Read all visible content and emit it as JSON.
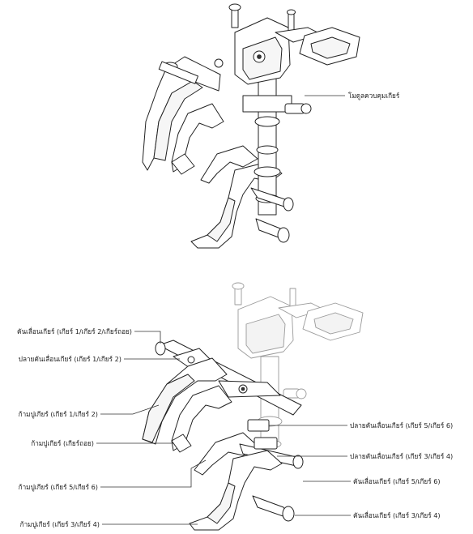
{
  "figures": {
    "top": {
      "label": "โมดูลควบคุมเกียร์"
    },
    "bottom": {
      "labels_left": [
        "คันเลื่อนเกียร์ (เกียร์ 1/เกียร์ 2/เกียร์ถอย)",
        "ปลายคันเลื่อนเกียร์ (เกียร์ 1/เกียร์ 2)",
        "ก้ามปูเกียร์ (เกียร์ 1/เกียร์ 2)",
        "ก้ามปูเกียร์ (เกียร์ถอย)",
        "ก้ามปูเกียร์ (เกียร์ 5/เกียร์ 6)",
        "ก้ามปูเกียร์ (เกียร์ 3/เกียร์ 4)"
      ],
      "labels_right": [
        "ปลายคันเลื่อนเกียร์ (เกียร์ 5/เกียร์ 6)",
        "ปลายคันเลื่อนเกียร์ (เกียร์ 3/เกียร์ 4)",
        "คันเลื่อนเกียร์ (เกียร์ 5/เกียร์ 6)",
        "คันเลื่อนเกียร์ (เกียร์ 3/เกียร์ 4)"
      ]
    }
  }
}
